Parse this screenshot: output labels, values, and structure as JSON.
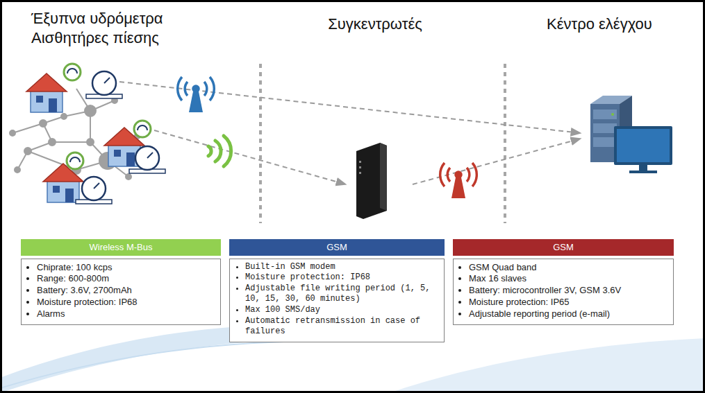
{
  "diagram": {
    "nodes": [
      {
        "text": [
          "Wireless M-Bus",
          "Chiprate: 100 kcps",
          "Range: 600-800m",
          "Battery: 3.6V, 2700mAh",
          "Moisture protection: IP68",
          "Alarms"
        ]
      },
      {
        "text": [
          "GSM",
          "Built-in GSM modem",
          "Moisture protection: IP68",
          "Adjustable file writing period (1, 5, 10, 15, 30, 60 minutes)",
          "Max 100 SMS/day",
          "Automatic retransmission in case of failures"
        ]
      },
      {
        "text": [
          "GSM",
          "GSM Quad band",
          "Max 16 slaves",
          "Battery: microcontroller 3V, GSM 3.6V",
          "Moisture protection: IP65",
          "Adjustable reporting period (e-mail)"
        ]
      }
    ],
    "labels": [
      "Έξυπνα υδρόμετρα",
      "Αισθητήρες πίεσης",
      "Συγκεντρωτές",
      "Κέντρο ελέγχου"
    ]
  }
}
